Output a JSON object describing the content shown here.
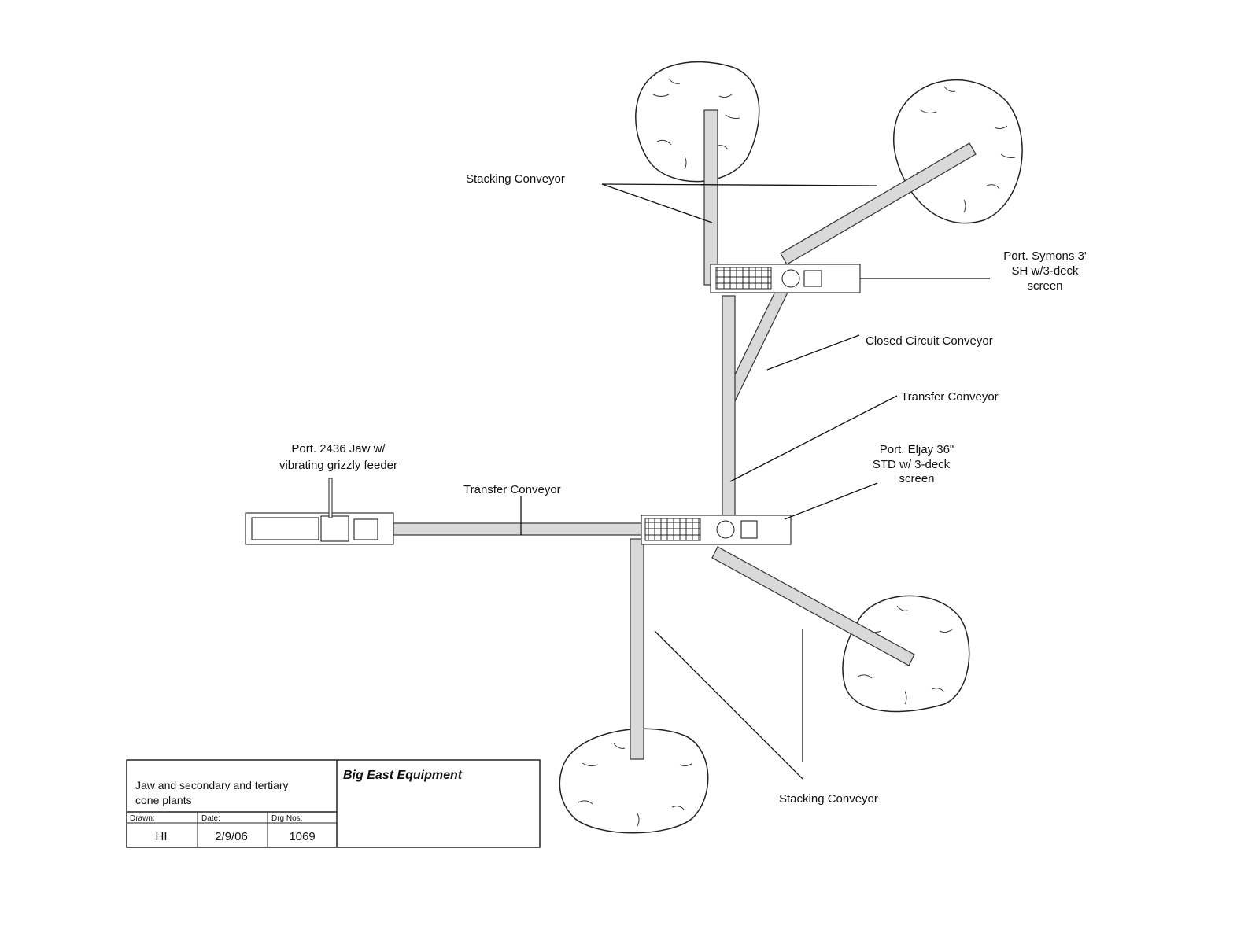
{
  "labels": {
    "stacking_conveyor_top": "Stacking Conveyor",
    "symons_line1": "Port. Symons 3'",
    "symons_line2": "SH w/3-deck",
    "symons_line3": "screen",
    "closed_circuit": "Closed Circuit Conveyor",
    "transfer_right": "Transfer Conveyor",
    "eljay_line1": "Port. Eljay 36\"",
    "eljay_line2": "STD w/ 3-deck",
    "eljay_line3": "screen",
    "jaw_line1": "Port.  2436 Jaw w/",
    "jaw_line2": "vibrating grizzly feeder",
    "transfer_left": "Transfer Conveyor",
    "stacking_conveyor_bottom": "Stacking Conveyor"
  },
  "title_block": {
    "description_line1": "Jaw and secondary and tertiary",
    "description_line2": "cone plants",
    "company": "Big East Equipment",
    "drawn_label": "Drawn:",
    "date_label": "Date:",
    "drg_label": "Drg Nos:",
    "drawn_value": "HI",
    "date_value": "2/9/06",
    "drg_value": "1069"
  }
}
